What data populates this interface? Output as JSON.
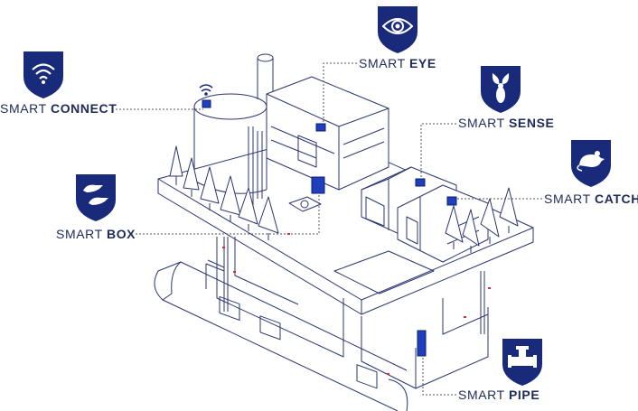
{
  "colors": {
    "navy": "#1a2a7a",
    "line": "#2b3570",
    "accent_blue": "#1f3fbf",
    "pipe_red": "#d0343a"
  },
  "labels": {
    "connect": {
      "prefix": "SMART ",
      "strong": "CONNECT",
      "icon": "wifi-icon"
    },
    "eye": {
      "prefix": "SMART ",
      "strong": "EYE",
      "icon": "eye-icon"
    },
    "sense": {
      "prefix": "SMART ",
      "strong": "SENSE",
      "icon": "insect-icon"
    },
    "catch": {
      "prefix": "SMART ",
      "strong": "CATCH",
      "icon": "rat-icon"
    },
    "box": {
      "prefix": "SMART ",
      "strong": "BOX",
      "icon": "rodents-icon"
    },
    "pipe": {
      "prefix": "SMART ",
      "strong": "PIPE",
      "icon": "pipe-fitting-icon"
    }
  }
}
